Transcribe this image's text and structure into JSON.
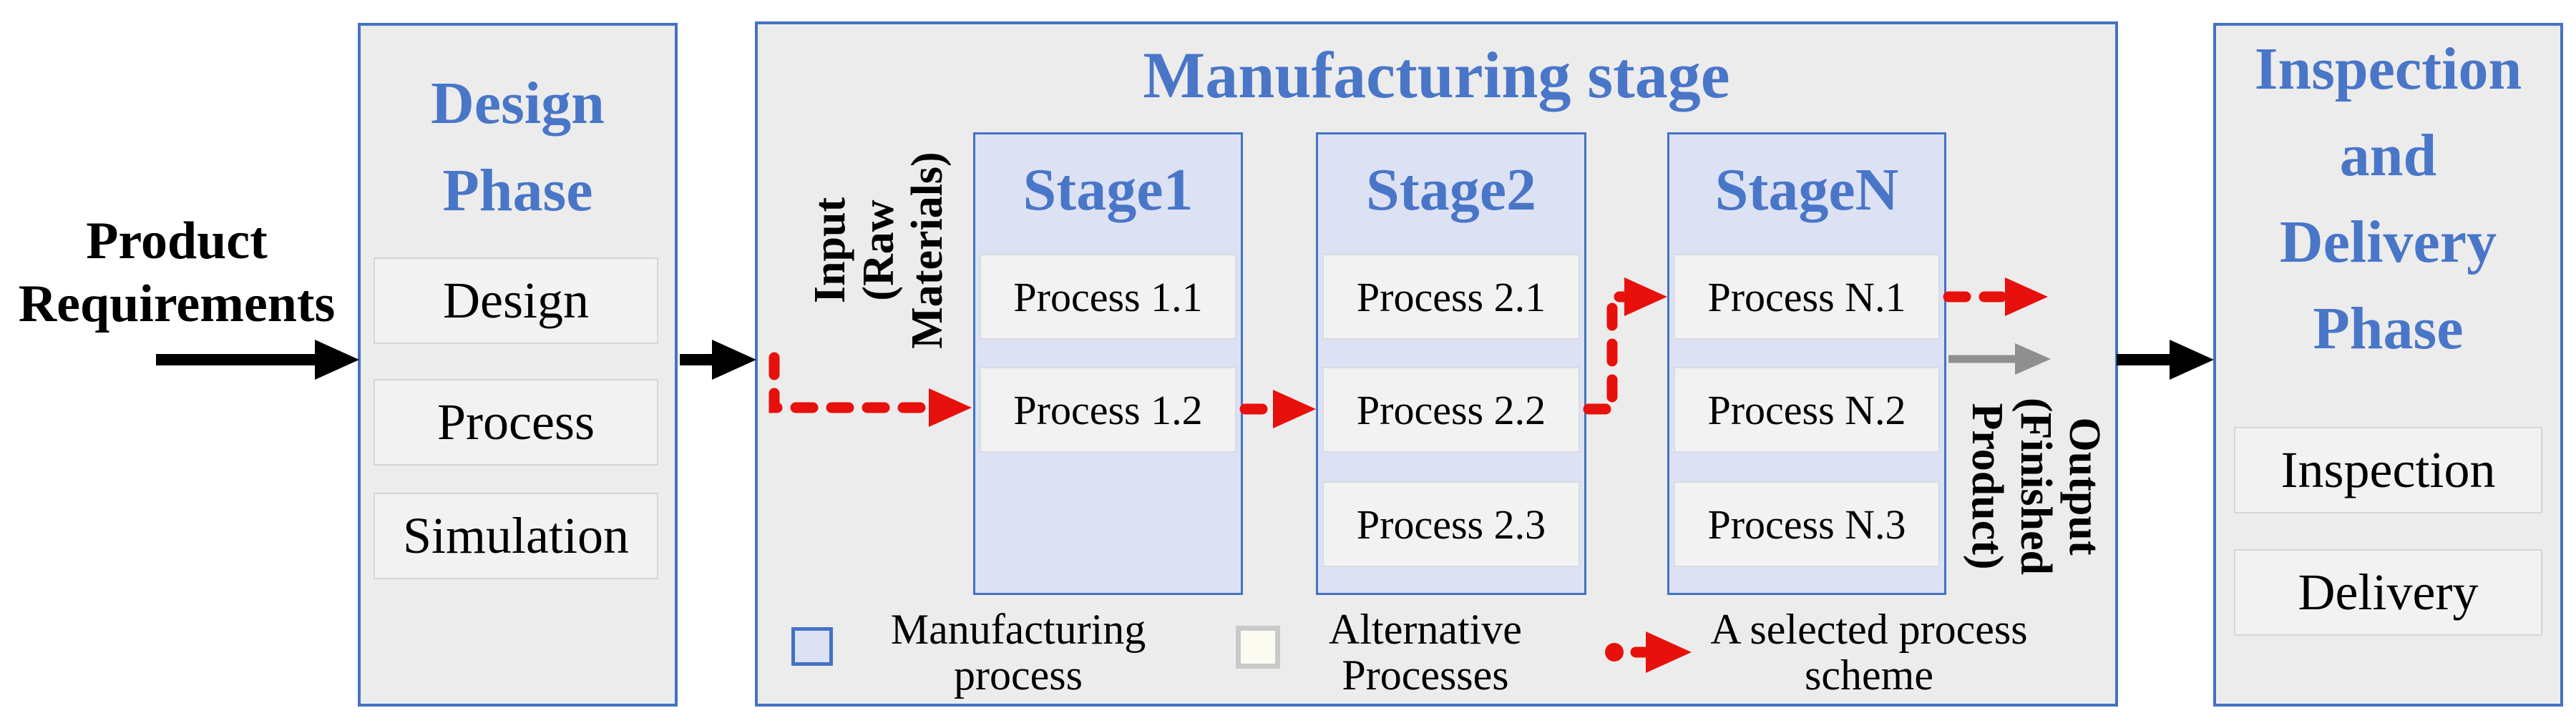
{
  "palette": {
    "accent_blue": "#4472C4",
    "title_blue": "#4A76C8",
    "stage_fill": "#DCE2F4",
    "panel_fill": "#ECECEC",
    "item_fill": "#F2F2F2",
    "selected_red": "#E8100C",
    "output_gray": "#8F8F8F"
  },
  "intro": {
    "line1": "Product",
    "line2": "Requirements"
  },
  "design_phase": {
    "title_line1": "Design",
    "title_line2": "Phase",
    "items": [
      {
        "label": "Design"
      },
      {
        "label": "Process"
      },
      {
        "label": "Simulation"
      }
    ]
  },
  "manufacturing": {
    "title": "Manufacturing stage",
    "input_label": {
      "line1": "Input",
      "line2": "(Raw",
      "line3": "Materials)"
    },
    "output_label": {
      "line1": "Output",
      "line2": "(Finished",
      "line3": "Product)"
    },
    "stages": [
      {
        "title": "Stage1",
        "processes": [
          {
            "label": "Process 1.1"
          },
          {
            "label": "Process 1.2"
          }
        ]
      },
      {
        "title": "Stage2",
        "processes": [
          {
            "label": "Process 2.1"
          },
          {
            "label": "Process 2.2"
          },
          {
            "label": "Process 2.3"
          }
        ]
      },
      {
        "title": "StageN",
        "processes": [
          {
            "label": "Process N.1"
          },
          {
            "label": "Process N.2"
          },
          {
            "label": "Process N.3"
          }
        ]
      }
    ],
    "legend": {
      "manufacturing_process": {
        "line1": "Manufacturing",
        "line2": "process"
      },
      "alternative_processes": {
        "line1": "Alternative",
        "line2": "Processes"
      },
      "selected_scheme": {
        "line1": "A selected process",
        "line2": "scheme"
      }
    }
  },
  "inspection_phase": {
    "title_line1": "Inspection",
    "title_line2": "and",
    "title_line3": "Delivery",
    "title_line4": "Phase",
    "items": [
      {
        "label": "Inspection"
      },
      {
        "label": "Delivery"
      }
    ]
  }
}
